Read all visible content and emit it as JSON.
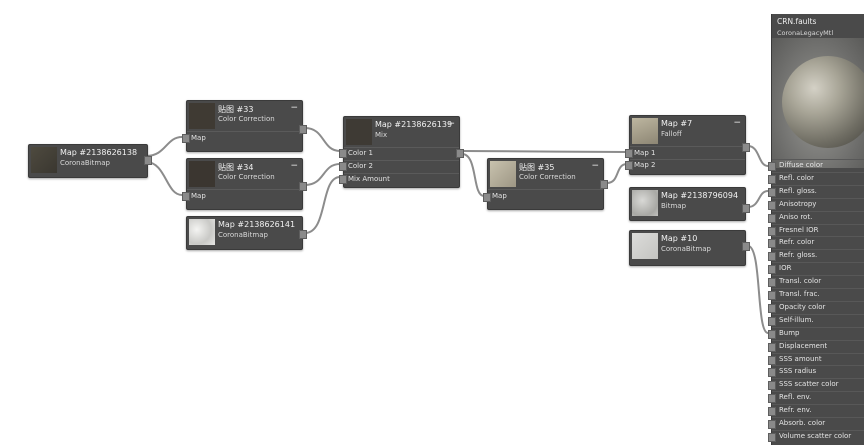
{
  "nodes": {
    "corona_bitmap_138": {
      "title": "Map #2138626138",
      "subtitle": "CoronaBitmap"
    },
    "cc33": {
      "title": "贴图 #33",
      "subtitle": "Color Correction",
      "slot": "Map"
    },
    "cc34": {
      "title": "贴图 #34",
      "subtitle": "Color Correction",
      "slot": "Map"
    },
    "corona_bitmap_141": {
      "title": "Map #2138626141",
      "subtitle": "CoronaBitmap"
    },
    "mix": {
      "title": "Map #2138626139",
      "subtitle": "Mix",
      "slots": [
        "Color 1",
        "Color 2",
        "Mix Amount"
      ]
    },
    "cc35": {
      "title": "贴图 #35",
      "subtitle": "Color Correction",
      "slot": "Map"
    },
    "falloff": {
      "title": "Map #7",
      "subtitle": "Falloff",
      "slots": [
        "Map 1",
        "Map 2"
      ]
    },
    "bitmap_094": {
      "title": "Map #2138796094",
      "subtitle": "Bitmap"
    },
    "corona_bitmap_10": {
      "title": "Map #10",
      "subtitle": "CoronaBitmap"
    }
  },
  "material": {
    "title": "CRN.faults",
    "subtitle": "CoronaLegacyMtl",
    "slots": [
      "Diffuse color",
      "Refl. color",
      "Refl. gloss.",
      "Anisotropy",
      "Aniso rot.",
      "Fresnel IOR",
      "Refr. color",
      "Refr. gloss.",
      "IOR",
      "Transl. color",
      "Transl. frac.",
      "Opacity color",
      "Self-illum.",
      "Bump",
      "Displacement",
      "SSS amount",
      "SSS radius",
      "SSS scatter color",
      "Refl. env.",
      "Refr. env.",
      "Absorb. color",
      "Volume scatter color"
    ]
  },
  "icons": {
    "minimize": "−"
  }
}
